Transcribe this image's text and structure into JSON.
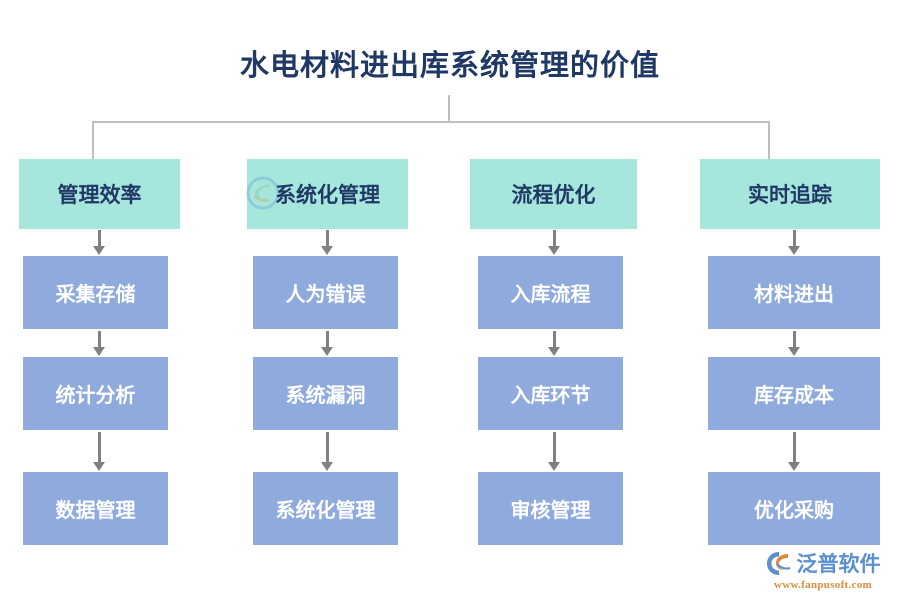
{
  "diagram": {
    "title": "水电材料进出库系统管理的价值",
    "colors": {
      "title_text": "#1f3864",
      "header_box": "#a6e6dd",
      "header_text": "#1f3864",
      "step_box": "#8faadc",
      "step_text": "#ffffff",
      "connector": "#bfbfbf",
      "arrow": "#808080",
      "brand_blue": "#5b8fd0",
      "brand_orange": "#e08b3a"
    },
    "columns": [
      {
        "header": "管理效率",
        "steps": [
          "采集存储",
          "统计分析",
          "数据管理"
        ]
      },
      {
        "header": "系统化管理",
        "steps": [
          "人为错误",
          "系统漏洞",
          "系统化管理"
        ]
      },
      {
        "header": "流程优化",
        "steps": [
          "入库流程",
          "入库环节",
          "审核管理"
        ]
      },
      {
        "header": "实时追踪",
        "steps": [
          "材料进出",
          "库存成本",
          "优化采购"
        ]
      }
    ]
  },
  "brand": {
    "name": "泛普软件",
    "url": "www.fanpusoft.com"
  }
}
